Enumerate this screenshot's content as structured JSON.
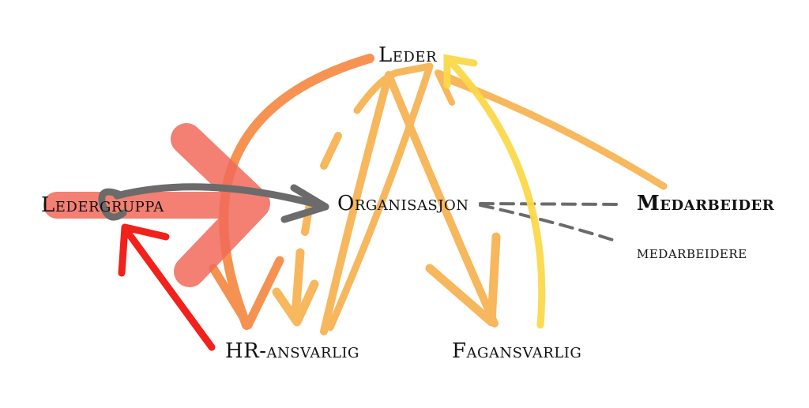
{
  "nodes": {
    "leder": "Leder",
    "ledergruppa": "Ledergruppa",
    "organisasjon": "Organisasjon",
    "medarbeider": "Medarbeider",
    "medarbeidere": "medarbeidere",
    "hr_ansvarlig": "HR-ansvarlig",
    "fagansvarlig": "Fagansvarlig"
  },
  "colors": {
    "red_strong": "#f2211c",
    "red_soft": "#f26a5a",
    "orange": "#f5873f",
    "light_orange": "#f7b04c",
    "yellow": "#fbd94a",
    "gray": "#6b6b6b",
    "text": "#111111"
  }
}
